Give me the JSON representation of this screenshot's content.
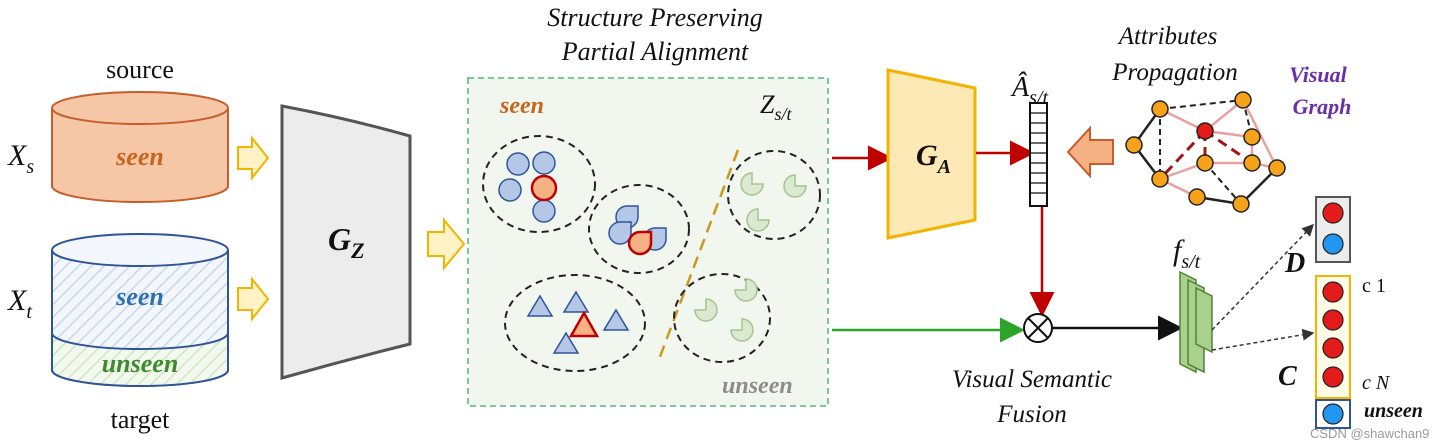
{
  "labels": {
    "source": "source",
    "target": "target",
    "x_s": "X",
    "x_s_sub": "s",
    "x_t": "X",
    "x_t_sub": "t",
    "source_seen": "seen",
    "target_seen": "seen",
    "target_unseen": "unseen",
    "gz": "G",
    "gz_sub": "Z",
    "ga": "G",
    "ga_sub": "A",
    "sppa_title_line1": "Structure Preserving",
    "sppa_title_line2": "Partial Alignment",
    "latent_seen": "seen",
    "latent_unseen": "unseen",
    "latent_z": "Z",
    "latent_z_sub": "s/t",
    "a_hat": "Â",
    "a_hat_sub": "s/t",
    "attr_prop_line1": "Attributes",
    "attr_prop_line2": "Propagation",
    "visual_graph_line1": "Visual",
    "visual_graph_line2": "Graph",
    "fusion_line1": "Visual Semantic",
    "fusion_line2": "Fusion",
    "f": "f",
    "f_sub": "s/t",
    "d": "D",
    "c": "C",
    "c1": "c 1",
    "cN": "c N",
    "unseen_out": "unseen",
    "watermark": "CSDN @shawchan9"
  },
  "colors": {
    "source_fill": "#f6c7a6",
    "source_stroke": "#c75d2a",
    "seen_orange": "#c8641e",
    "seen_blue": "#2f6fb5",
    "unseen_green": "#3f8a2f",
    "latent_bg": "#f1f6ee",
    "latent_border": "#7fc79a",
    "generator_fill": "#ececec",
    "ga_fill": "#fde9b5",
    "ga_stroke": "#f2b400",
    "arrow_yellow_fill": "#fff2c4",
    "arrow_yellow_stroke": "#f2b400",
    "red_arrow": "#c00000",
    "green_arrow": "#2aa52a",
    "graph_node": "#f7a21b",
    "graph_center": "#e41b1b",
    "visual_graph_text": "#6a2fa8",
    "feature_green": "#a9d18e",
    "feature_stroke": "#548235",
    "out_red": "#e41b1b",
    "out_blue": "#2196f3",
    "seen_shape": "#b4c7e7",
    "unseen_shape": "#dbe9d0"
  }
}
